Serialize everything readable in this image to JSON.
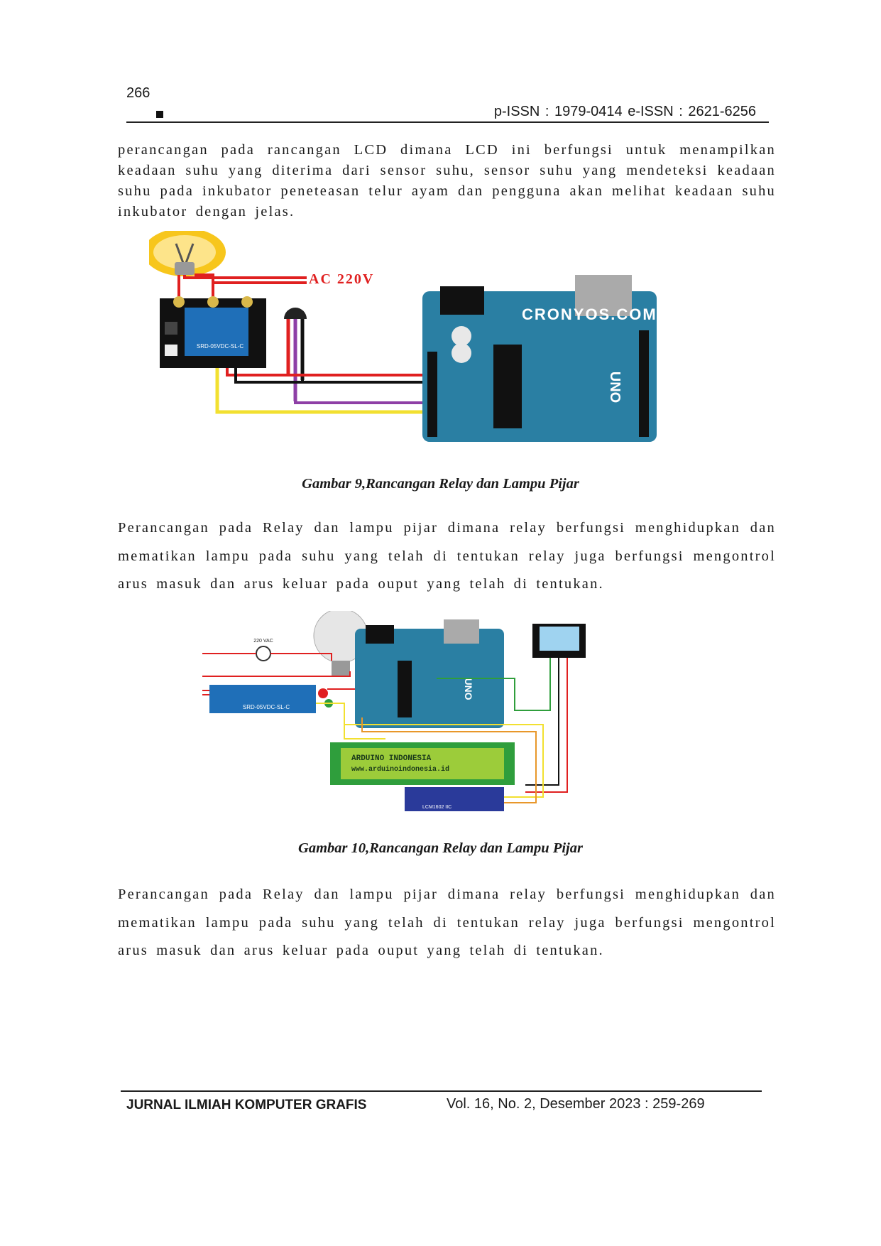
{
  "header": {
    "page_number": "266",
    "issn": "p-ISSN : 1979-0414   e-ISSN :  2621-6256"
  },
  "paragraphs": [
    "perancangan pada rancangan LCD dimana LCD ini berfungsi untuk menampilkan keadaan suhu yang diterima dari sensor suhu, sensor suhu yang mendeteksi keadaan suhu pada inkubator peneteasan telur ayam dan pengguna akan melihat keadaan suhu inkubator dengan jelas.",
    "Perancangan  pada Relay dan lampu pijar dimana relay berfungsi menghidupkan dan mematikan lampu pada suhu yang telah di tentukan relay juga berfungsi mengontrol arus masuk dan arus keluar pada ouput yang telah di tentukan.",
    "Perancangan  pada Relay dan lampu pijar dimana relay berfungsi menghidupkan dan mematikan lampu pada suhu yang telah di tentukan relay juga berfungsi mengontrol arus masuk dan arus keluar pada ouput yang telah di tentukan."
  ],
  "figures": [
    {
      "caption": "Gambar 9,Rancangan Relay dan Lampu Pijar",
      "labels": {
        "ac_voltage": "AC 220V",
        "watermark": "CRONYOS.COM",
        "board": "UNO",
        "relay_model": "SRD-05VDC-SL-C"
      }
    },
    {
      "caption": "Gambar 10,Rancangan Relay dan Lampu Pijar",
      "labels": {
        "ac_label": "220 VAC",
        "lcd_line1": "ARDUINO INDONESIA",
        "lcd_line2": "www.arduinoindonesia.id",
        "i2c_label": "LCM1602 IIC",
        "board": "UNO",
        "relay_model": "SRD-05VDC-SL-C"
      }
    }
  ],
  "footer": {
    "journal": "JURNAL ILMIAH KOMPUTER GRAFIS",
    "volume": "Vol. 16, No. 2, Desember 2023 :  259-269"
  },
  "colors": {
    "arduino_blue": "#2a7fa3",
    "wire_red": "#e02020",
    "wire_yellow": "#f2e030",
    "wire_green": "#2f9e3c",
    "wire_purple": "#8e3fa6",
    "lcd_green": "#9ccc3a",
    "relay_blue": "#1f6fb8"
  }
}
